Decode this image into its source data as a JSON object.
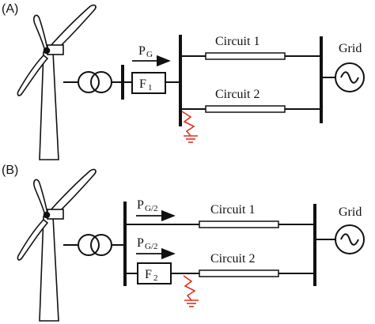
{
  "panels": [
    {
      "label": "(A)",
      "circuit1": "Circuit 1",
      "circuit2": "Circuit 2",
      "grid": "Grid",
      "power_main": "P",
      "power_sub": "G",
      "fault_main": "F",
      "fault_sub": "1"
    },
    {
      "label": "(B)",
      "circuit1": "Circuit 1",
      "circuit2": "Circuit 2",
      "grid": "Grid",
      "power1_main": "P",
      "power1_sub": "G/2",
      "power2_main": "P",
      "power2_sub": "G/2",
      "fault_main": "F",
      "fault_sub": "2"
    }
  ],
  "colors": {
    "line": "#111111",
    "fault": "#e03020"
  }
}
